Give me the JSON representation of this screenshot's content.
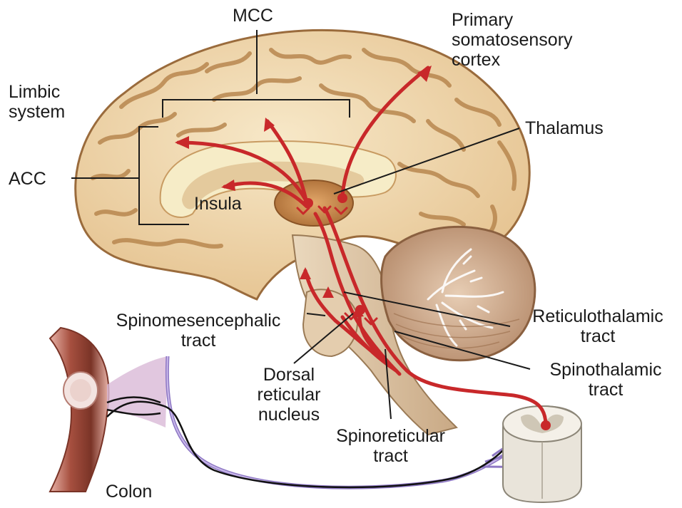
{
  "labels": {
    "mcc": "MCC",
    "primary_somatosensory": [
      "Primary",
      "somatosensory",
      "cortex"
    ],
    "limbic_system": [
      "Limbic",
      "system"
    ],
    "thalamus": "Thalamus",
    "acc": "ACC",
    "insula": "Insula",
    "spinomesencephalic": [
      "Spinomesencephalic",
      "tract"
    ],
    "reticulothalamic": [
      "Reticulothalamic",
      "tract"
    ],
    "dorsal_reticular": [
      "Dorsal",
      "reticular",
      "nucleus"
    ],
    "spinothalamic": [
      "Spinothalamic",
      "tract"
    ],
    "spinoreticular": [
      "Spinoreticular",
      "tract"
    ],
    "colon": "Colon"
  },
  "colors": {
    "pathway": "#c8282a",
    "brain_fill": "#f1dcb5",
    "brain_outline": "#9a6b3c",
    "sulci": "#b8874f",
    "limbic_inner": "#f6ecc7",
    "thalamus": "#c98a4a",
    "cerebellum": "#cfa98a",
    "brainstem": "#d9c3a6",
    "visceral_nerve": "#8e78c4",
    "colon_wall": "#a65a4a"
  }
}
